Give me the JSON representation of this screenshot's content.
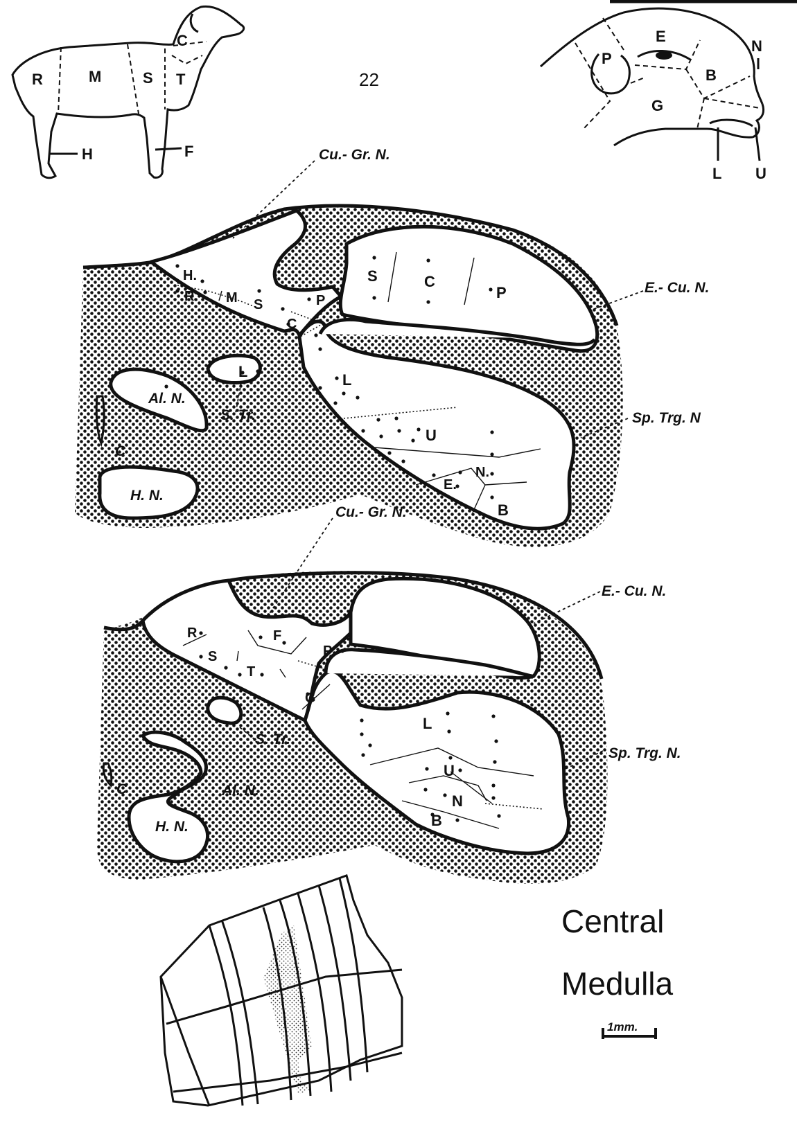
{
  "page_number": "22",
  "sheep_body": {
    "regions": [
      "R",
      "M",
      "S",
      "T",
      "C"
    ],
    "limbs": [
      "H",
      "F"
    ]
  },
  "sheep_head": {
    "regions": [
      "P",
      "E",
      "N",
      "B",
      "G",
      "L",
      "U"
    ]
  },
  "upper_section": {
    "labels": {
      "cu_gr_n": "Cu.- Gr. N.",
      "e_cu_n": "E.- Cu. N.",
      "sp_trg_n": "Sp. Trg. N",
      "al_n": "Al. N.",
      "s_tr": "S. Tr.",
      "h_n": "H. N.",
      "c": "C"
    },
    "cuneate_points": [
      "H.",
      "R.",
      "M",
      "S",
      "P",
      "C"
    ],
    "ecu_points": [
      "S",
      "C",
      "P"
    ],
    "strn_points": [
      "L",
      "U",
      "N.",
      "E.",
      "B"
    ],
    "str_point": "L"
  },
  "lower_section": {
    "labels": {
      "cu_gr_n": "Cu.- Gr. N.",
      "e_cu_n": "E.- Cu. N.",
      "sp_trg_n": "Sp. Trg. N.",
      "al_n": "Al. N.",
      "s_tr": "S. Tr.",
      "h_n": "H. N.",
      "c": "C"
    },
    "cuneate_points": [
      "R",
      "S",
      "T",
      "F",
      "P",
      "G"
    ],
    "strn_points": [
      "L",
      "U",
      "N",
      "B"
    ]
  },
  "caption": {
    "line1": "Central",
    "line2": "Medulla",
    "scale": "1mm."
  }
}
